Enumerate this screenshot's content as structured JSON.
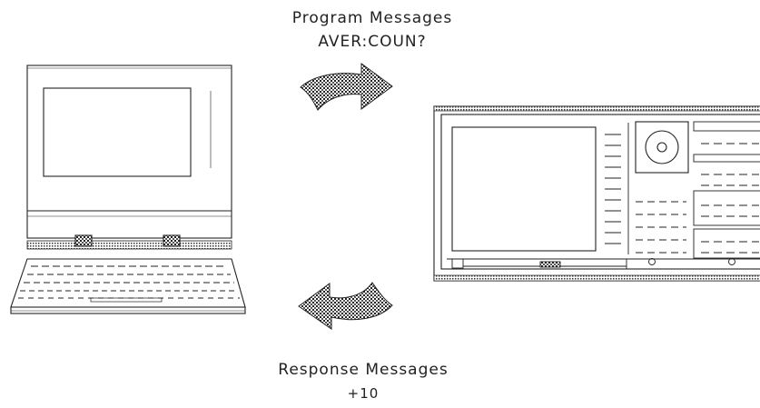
{
  "top_message": {
    "line1": "Program Messages",
    "line2": "AVER:COUN?"
  },
  "bottom_message": {
    "line1": "Response Messages",
    "line2": "+10"
  }
}
